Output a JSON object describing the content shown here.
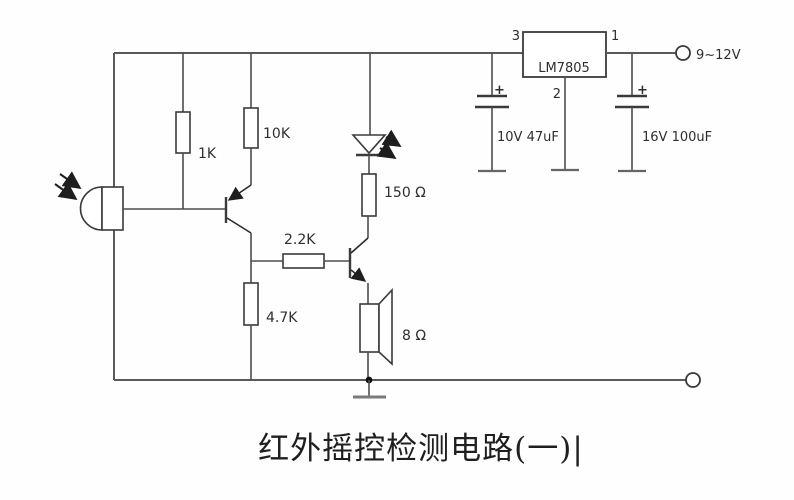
{
  "diagram": {
    "title": "红外摇控检测电路(一)|",
    "power": {
      "regulator_name": "LM7805",
      "pin_input": "3",
      "pin_output": "1",
      "pin_ground": "2",
      "terminal_label": "9~12V",
      "input_cap_label": "10V 47uF",
      "output_cap_label": "16V 100uF",
      "cap_polarity": "+"
    },
    "components": {
      "r1_label": "1K",
      "r2_label": "10K",
      "r3_label": "150  Ω",
      "r4_label": "2.2K",
      "r5_label": "4.7K",
      "speaker_label": "8 Ω"
    },
    "colors": {
      "wire": "#4d4d4d",
      "text": "#2e2e2e",
      "background": "#ffffff"
    }
  }
}
